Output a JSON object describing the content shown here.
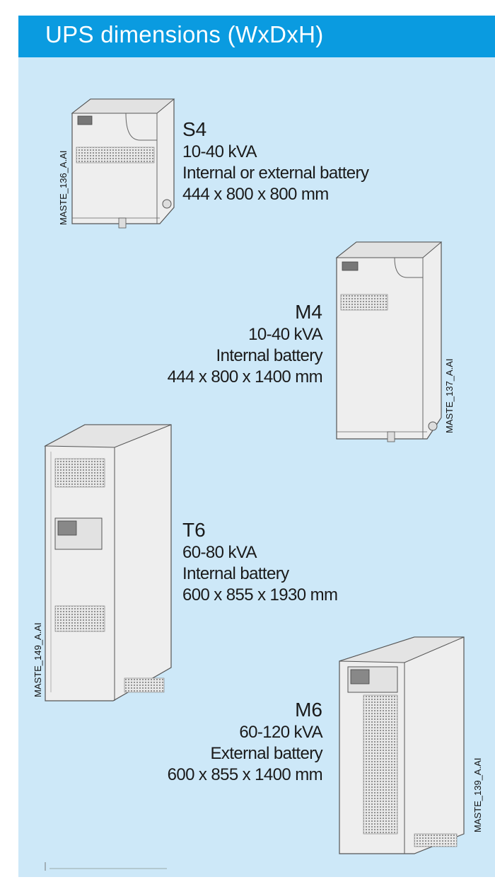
{
  "header": {
    "title": "UPS dimensions (WxDxH)"
  },
  "units": [
    {
      "model": "S4",
      "power": "10-40 kVA",
      "battery": "Internal or external battery",
      "dimensions": "444 x 800 x 800 mm",
      "figure_ref": "MASTE_136_A.AI"
    },
    {
      "model": "M4",
      "power": "10-40 kVA",
      "battery": "Internal battery",
      "dimensions": "444 x 800 x 1400 mm",
      "figure_ref": "MASTE_137_A.AI"
    },
    {
      "model": "T6",
      "power": "60-80 kVA",
      "battery": "Internal battery",
      "dimensions": "600 x 855 x 1930 mm",
      "figure_ref": "MASTE_149_A.AI"
    },
    {
      "model": "M6",
      "power": "60-120 kVA",
      "battery": "External battery",
      "dimensions": "600 x 855 x 1400 mm",
      "figure_ref": "MASTE_139_A.AI"
    }
  ],
  "colors": {
    "header": "#0a9be0",
    "panel": "#cde8f8",
    "cabinet": "#ececec",
    "outline": "#555555"
  }
}
